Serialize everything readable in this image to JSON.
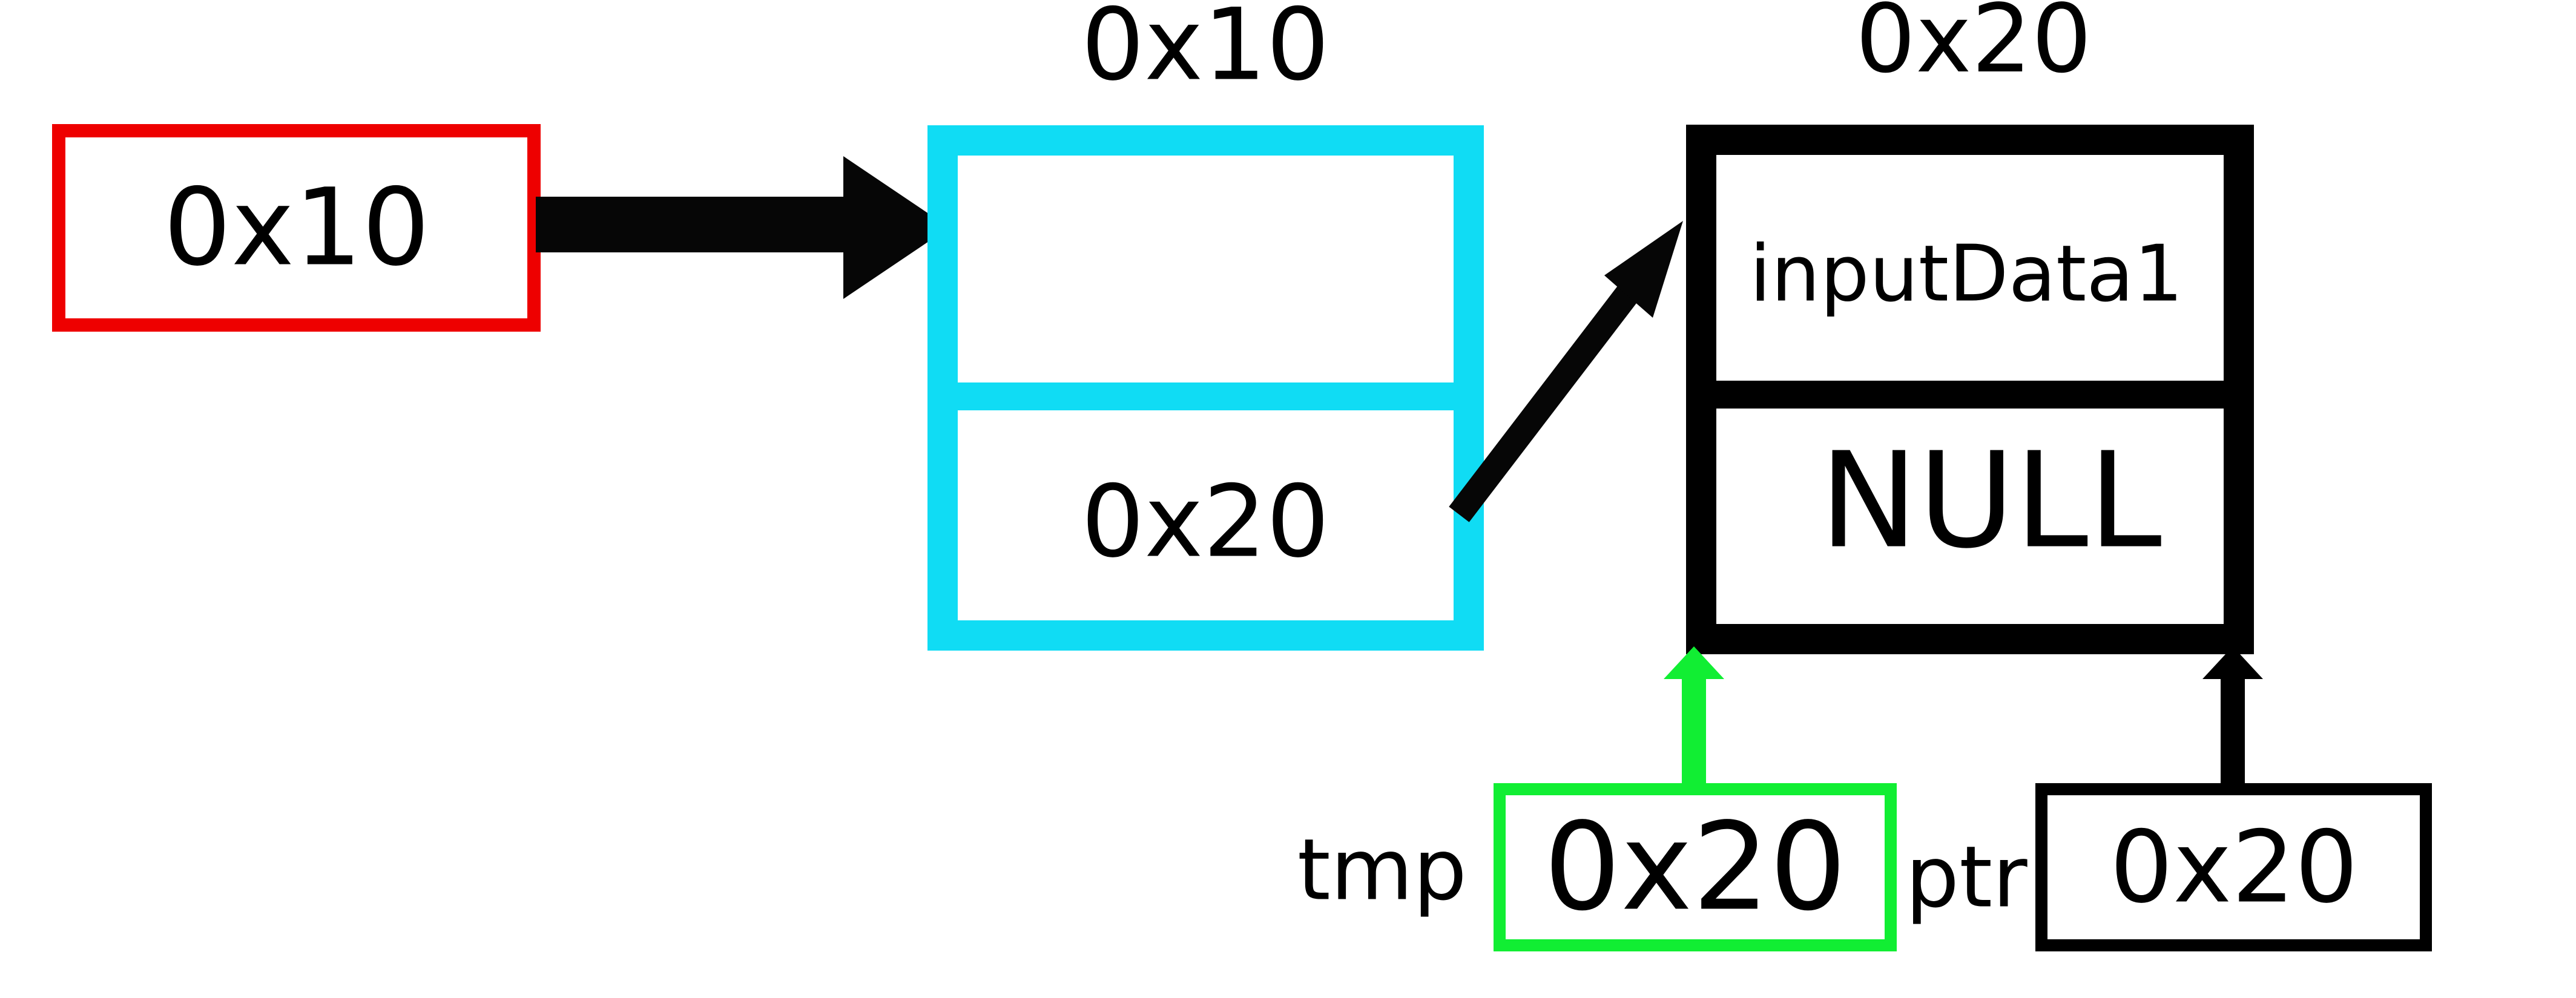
{
  "colors": {
    "background": "#ffffff",
    "head_pointer": "#ee0000",
    "node1": "#10dcf4",
    "node2": "#000000",
    "tmp_pointer": "#11ee33",
    "ptr_pointer": "#000000",
    "arrows": "#060606"
  },
  "head": {
    "value": "0x10"
  },
  "node1": {
    "address": "0x10",
    "data_cell": "",
    "next_cell": "0x20"
  },
  "node2": {
    "address": "0x20",
    "data_cell": "inputData1",
    "next_cell": "NULL"
  },
  "tmp": {
    "name": "tmp",
    "value": "0x20"
  },
  "ptr": {
    "name": "ptr",
    "value": "0x20"
  }
}
